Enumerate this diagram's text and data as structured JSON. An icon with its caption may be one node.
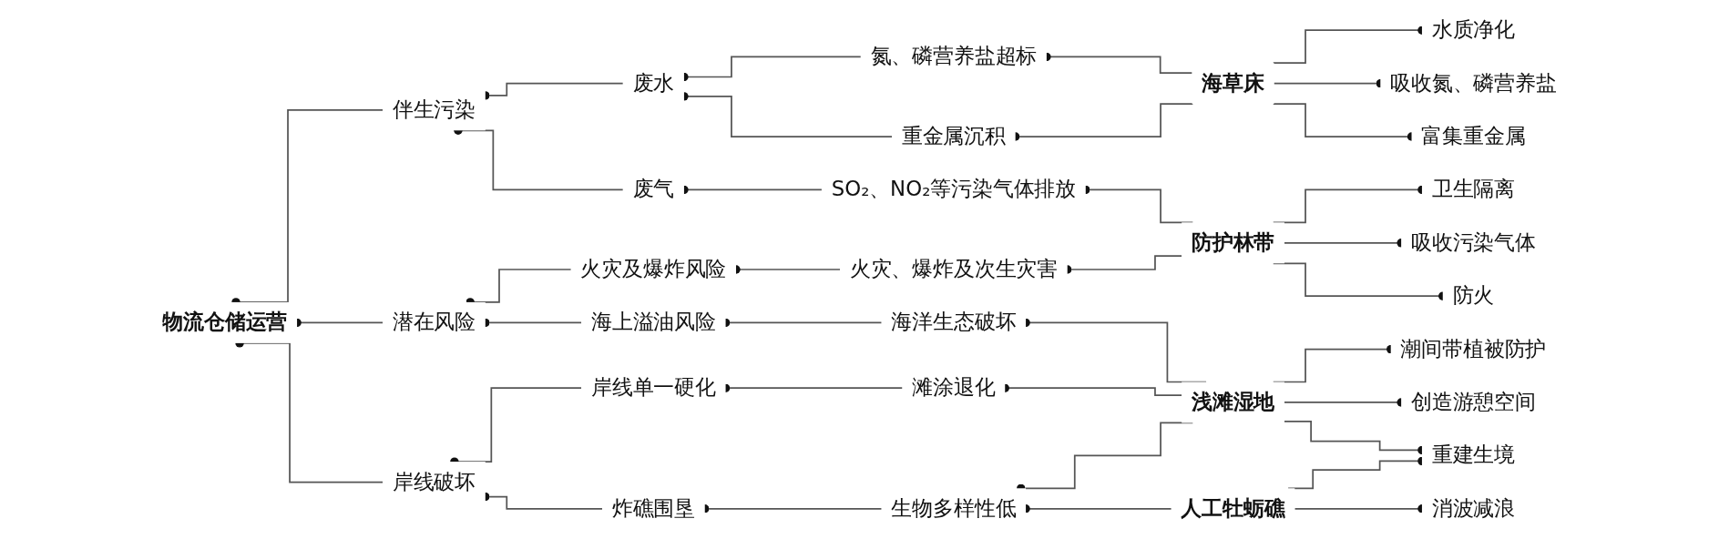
{
  "diagram": {
    "nodes": [
      {
        "text": [
          "物流仓储运营"
        ]
      },
      {
        "text": [
          "伴生污染"
        ]
      },
      {
        "text": [
          "潜在风险"
        ]
      },
      {
        "text": [
          "岸线破坏"
        ]
      },
      {
        "text": [
          "废水"
        ]
      },
      {
        "text": [
          "废气"
        ]
      },
      {
        "text": [
          "火灾及爆炸风险"
        ]
      },
      {
        "text": [
          "海上溢油风险"
        ]
      },
      {
        "text": [
          "岸线单一硬化"
        ]
      },
      {
        "text": [
          "炸礁围垦"
        ]
      },
      {
        "text": [
          "氮、磷营养盐超标"
        ]
      },
      {
        "text": [
          "重金属沉积"
        ]
      },
      {
        "text": [
          "SO₂、NO₂等污染气体排放"
        ]
      },
      {
        "text": [
          "火灾、爆炸及次生灾害"
        ]
      },
      {
        "text": [
          "海洋生态破坏"
        ]
      },
      {
        "text": [
          "滩涂退化"
        ]
      },
      {
        "text": [
          "生物多样性低"
        ]
      },
      {
        "text": [
          "海草床"
        ]
      },
      {
        "text": [
          "防护林带"
        ]
      },
      {
        "text": [
          "浅滩湿地"
        ]
      },
      {
        "text": [
          "人工牡蛎礁"
        ]
      },
      {
        "text": [
          "水质净化"
        ]
      },
      {
        "text": [
          "吸收氮、磷营养盐"
        ]
      },
      {
        "text": [
          "富集重金属"
        ]
      },
      {
        "text": [
          "卫生隔离"
        ]
      },
      {
        "text": [
          "吸收污染气体"
        ]
      },
      {
        "text": [
          "防火"
        ]
      },
      {
        "text": [
          "潮间带植被防护"
        ]
      },
      {
        "text": [
          "创造游憩空间"
        ]
      },
      {
        "text": [
          "重建生境"
        ]
      },
      {
        "text": [
          "消波减浪"
        ]
      }
    ],
    "edges": [
      {
        "from": 0,
        "to": 1,
        "arrow": "other"
      },
      {
        "from": 0,
        "to": 2,
        "arrow": "other"
      },
      {
        "from": 0,
        "to": 3,
        "arrow": "other"
      },
      {
        "from": 1,
        "to": 4,
        "arrow": "other"
      },
      {
        "from": 1,
        "to": 5,
        "arrow": "other"
      },
      {
        "from": 2,
        "to": 6,
        "arrow": "other"
      },
      {
        "from": 2,
        "to": 7,
        "arrow": "other"
      },
      {
        "from": 3,
        "to": 8,
        "arrow": "other"
      },
      {
        "from": 3,
        "to": 9,
        "arrow": "other"
      },
      {
        "from": 4,
        "to": 10,
        "arrow": "other"
      },
      {
        "from": 4,
        "to": 11,
        "arrow": "other"
      },
      {
        "from": 5,
        "to": 12,
        "arrow": "other"
      },
      {
        "from": 6,
        "to": 13,
        "arrow": "other"
      },
      {
        "from": 7,
        "to": 14,
        "arrow": "other"
      },
      {
        "from": 8,
        "to": 15,
        "arrow": "other"
      },
      {
        "from": 9,
        "to": 16,
        "arrow": "other"
      },
      {
        "from": 10,
        "to": 17,
        "arrow": "other"
      },
      {
        "from": 11,
        "to": 17,
        "arrow": "other"
      },
      {
        "from": 12,
        "to": 18,
        "arrow": "other"
      },
      {
        "from": 13,
        "to": 18,
        "arrow": "other"
      },
      {
        "from": 14,
        "to": 19,
        "arrow": "other"
      },
      {
        "from": 15,
        "to": 19,
        "arrow": "other"
      },
      {
        "from": 16,
        "to": 19,
        "arrow": "other"
      },
      {
        "from": 16,
        "to": 20,
        "arrow": "other"
      },
      {
        "from": 21,
        "to": 17,
        "arrow": "other"
      },
      {
        "from": 22,
        "to": 17,
        "arrow": "other"
      },
      {
        "from": 23,
        "to": 17,
        "arrow": "other"
      },
      {
        "from": 24,
        "to": 18,
        "arrow": "other"
      },
      {
        "from": 25,
        "to": 18,
        "arrow": "other"
      },
      {
        "from": 26,
        "to": 18,
        "arrow": "other"
      },
      {
        "from": 27,
        "to": 19,
        "arrow": "other"
      },
      {
        "from": 28,
        "to": 19,
        "arrow": "other"
      },
      {
        "from": 29,
        "to": 19,
        "arrow": "other"
      },
      {
        "from": 29,
        "to": 20,
        "arrow": "other"
      },
      {
        "from": 30,
        "to": 20,
        "arrow": "other"
      }
    ]
  }
}
